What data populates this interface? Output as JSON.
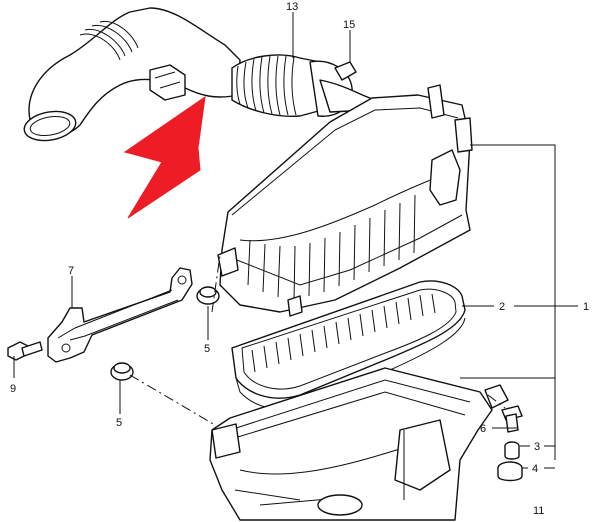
{
  "callouts": [
    {
      "id": "c13",
      "text": "13"
    },
    {
      "id": "c15",
      "text": "15"
    },
    {
      "id": "c7",
      "text": "7"
    },
    {
      "id": "c9",
      "text": "9"
    },
    {
      "id": "c5a",
      "text": "5"
    },
    {
      "id": "c5b",
      "text": "5"
    },
    {
      "id": "c2",
      "text": "2"
    },
    {
      "id": "c1",
      "text": "1"
    },
    {
      "id": "c6",
      "text": "6"
    },
    {
      "id": "c3",
      "text": "3"
    },
    {
      "id": "c4",
      "text": "4"
    },
    {
      "id": "c11",
      "text": "11"
    }
  ],
  "colors": {
    "arrow": "#ee1c24",
    "ink": "#111111",
    "background": "#ffffff"
  }
}
